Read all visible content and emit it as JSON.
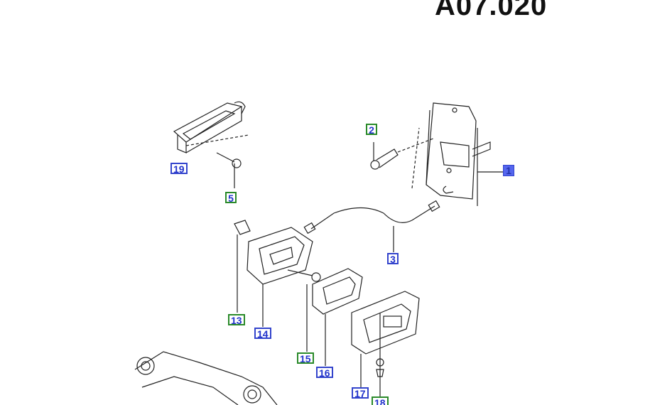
{
  "diagram_id": "A07.020",
  "callouts": [
    {
      "id": "1",
      "style": "selected"
    },
    {
      "id": "2",
      "style": "green"
    },
    {
      "id": "3",
      "style": "blue"
    },
    {
      "id": "5",
      "style": "green"
    },
    {
      "id": "13",
      "style": "green"
    },
    {
      "id": "14",
      "style": "blue"
    },
    {
      "id": "15",
      "style": "green"
    },
    {
      "id": "16",
      "style": "blue"
    },
    {
      "id": "17",
      "style": "blue"
    },
    {
      "id": "18",
      "style": "green"
    },
    {
      "id": "19",
      "style": "blue"
    }
  ],
  "colors": {
    "blue": "#3344cc",
    "green": "#2a8a2a",
    "selected_fill": "#5566ee"
  }
}
